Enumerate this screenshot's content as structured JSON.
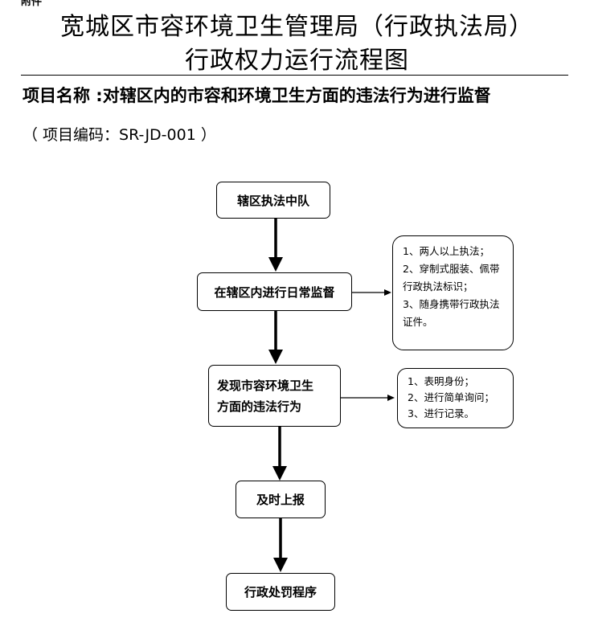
{
  "header": {
    "cut_text": "附件",
    "title_line1": "宽城区市容环境卫生管理局（行政执法局）",
    "title_line2": "行政权力运行流程图"
  },
  "project": {
    "name": "项目名称 :对辖区内的市容和环境卫生方面的违法行为进行监督",
    "code": "（ 项目编码：SR-JD-001 ）"
  },
  "flow": {
    "step1": "辖区执法中队",
    "step2": "在辖区内进行日常监督",
    "step3_line1": "发现市容环境卫生",
    "step3_line2": "方面的违法行为",
    "step4": "及时上报",
    "step5": "行政处罚程序"
  },
  "notes": {
    "note1": [
      "1、两人以上执法；",
      "2、穿制式服装、佩带行政执法标识；",
      "3、随身携带行政执法证件。"
    ],
    "note2": [
      "1、表明身份；",
      "2、进行简单询问；",
      "3、进行记录。"
    ]
  }
}
